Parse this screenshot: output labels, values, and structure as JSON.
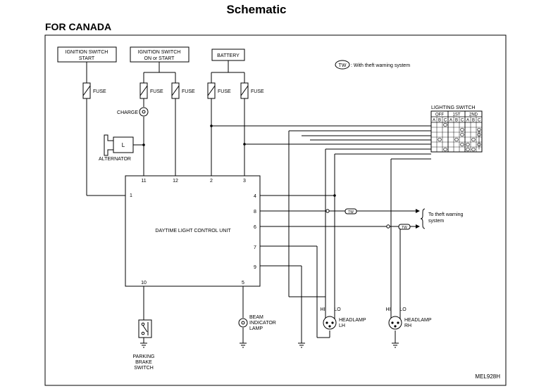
{
  "header": {
    "title": "Schematic",
    "subtitle": "FOR CANADA"
  },
  "diagram": {
    "diagram_id": "MEL928H",
    "legend_tw": "TW",
    "legend_text": ": With theft warning system",
    "ign_start_line1": "IGNITION SWITCH",
    "ign_start_line2": "START",
    "ign_on_line1": "IGNITION SWITCH",
    "ign_on_line2": "ON or START",
    "battery": "BATTERY",
    "fuse": "FUSE",
    "charge": "CHARGE",
    "alternator": "ALTERNATOR",
    "alternator_terminal": "L",
    "control_unit": "DAYTIME LIGHT CONTROL UNIT",
    "pins": {
      "p1": "1",
      "p11": "11",
      "p12": "12",
      "p2": "2",
      "p3": "3",
      "p4": "4",
      "p8": "8",
      "p6": "6",
      "p7": "7",
      "p9": "9",
      "p10": "10",
      "p5": "5"
    },
    "lighting_switch": {
      "title": "LIGHTING SWITCH",
      "positions": [
        "OFF",
        "1ST",
        "2ND"
      ],
      "columns": [
        "A",
        "B",
        "C",
        "A",
        "B",
        "C",
        "A",
        "B",
        "C"
      ]
    },
    "theft_line1": "To theft warning",
    "theft_line2": "system",
    "beam_line1": "BEAM",
    "beam_line2": "INDICATOR",
    "beam_line3": "LAMP",
    "hi": "HI",
    "lo": "LO",
    "headlamp": "HEADLAMP",
    "lh": "LH",
    "rh": "RH",
    "parking_line1": "PARKING",
    "parking_line2": "BRAKE",
    "parking_line3": "SWITCH"
  }
}
